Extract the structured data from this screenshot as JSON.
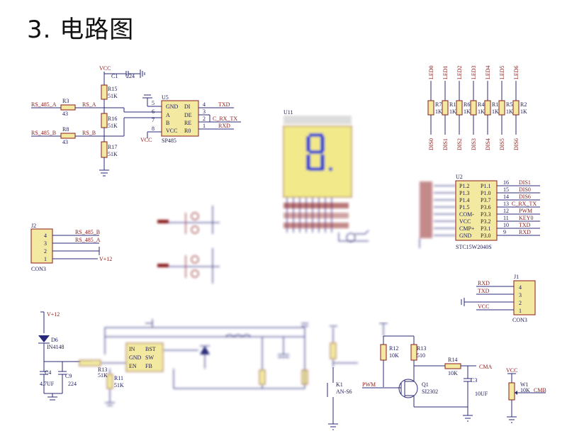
{
  "title": "3. 电路图",
  "labels": {
    "vcc": "VCC",
    "c1": "C1",
    "c1_val": "224",
    "r15": "R15",
    "r15_val": "51K",
    "r16": "R16",
    "r16_val": "51K",
    "r17": "R17",
    "r17_val": "51K",
    "r3": "R3",
    "r3_val": "43",
    "r8": "R8",
    "r8_val": "43",
    "rs485a_net": "RS_485_A",
    "rs485b_net": "RS_485_B",
    "rs_a": "RS_A",
    "rs_b": "RS_B",
    "u5": "U5",
    "u5_name": "SP485",
    "u5_pins_left": [
      "GND",
      "A",
      "B",
      "VCC"
    ],
    "u5_pins_right": [
      "DI",
      "DE",
      "RE",
      "R0"
    ],
    "u5_pinnum_left": [
      "5",
      "6",
      "7",
      "8"
    ],
    "u5_pinnum_right": [
      "4",
      "3",
      "2",
      "1"
    ],
    "txd": "TXD",
    "rxd": "RXD",
    "c_rx_tx": "C_RX_TX",
    "j2": "J2",
    "j2_name": "CON3",
    "j2_pins": [
      "4",
      "3",
      "2",
      "1"
    ],
    "j2_rs485b": "RS_485_B",
    "j2_rs485a": "RS_485_A",
    "j2_v12": "V+12",
    "u11": "U11",
    "led_labels": [
      "LED0",
      "LED1",
      "LED2",
      "LED3",
      "LED4",
      "LED5",
      "LED6"
    ],
    "led_res": [
      "R7",
      "R18",
      "R6",
      "R4",
      "R1",
      "R5",
      "R2"
    ],
    "led_res_val": "1K",
    "dis_labels": [
      "DIS0",
      "DIS1",
      "DIS2",
      "DIS3",
      "DIS4",
      "DIS5",
      "DIS6"
    ],
    "u2": "U2",
    "u2_name": "STC15W2040S",
    "u2_pins_left": [
      "P1.2",
      "P1.3",
      "P1.4",
      "P1.5",
      "COM-",
      "VCC",
      "CMP+",
      "GND"
    ],
    "u2_pins_right": [
      "P1.1",
      "P1.0",
      "P3.7",
      "P3.6",
      "P3.3",
      "P3.2",
      "P3.1",
      "P3.0"
    ],
    "u2_pinnum_right": [
      "16",
      "15",
      "14",
      "13",
      "12",
      "11",
      "10",
      "9"
    ],
    "u2_nets_right": [
      "DIS1",
      "DIS0",
      "DIS6",
      "C_RX_TX",
      "PWM",
      "KEY0",
      "TXD",
      "RXD"
    ],
    "j1": "J1",
    "j1_name": "CON3",
    "j1_pins": [
      "4",
      "3",
      "2",
      "1"
    ],
    "j1_nets": [
      "RXD",
      "TXD",
      "",
      "VCC"
    ],
    "v12": "V+12",
    "d6": "D6",
    "d6_val": "IN4148",
    "c4": "C4",
    "c4_val": "4.7UF",
    "c9": "C9",
    "c9_val": "224",
    "u_buck_pins": [
      "IN",
      "BST",
      "GND",
      "SW",
      "EN",
      "FB"
    ],
    "r11": "R11",
    "r11_val": "51K",
    "r13b": "R13",
    "r13b_val": "51K",
    "k1": "K1",
    "k1_val": "AN-S6",
    "r12": "R12",
    "r12_val": "10K",
    "r13": "R13",
    "r13_val": "510",
    "q1": "Q1",
    "q1_val": "SI2302",
    "pwm": "PWM",
    "r14": "R14",
    "r14_val": "10K",
    "cma": "CMA",
    "c3": "C3",
    "c3_val": "10UF",
    "w1": "W1",
    "w1_val": "10K",
    "cmb": "CMB"
  }
}
